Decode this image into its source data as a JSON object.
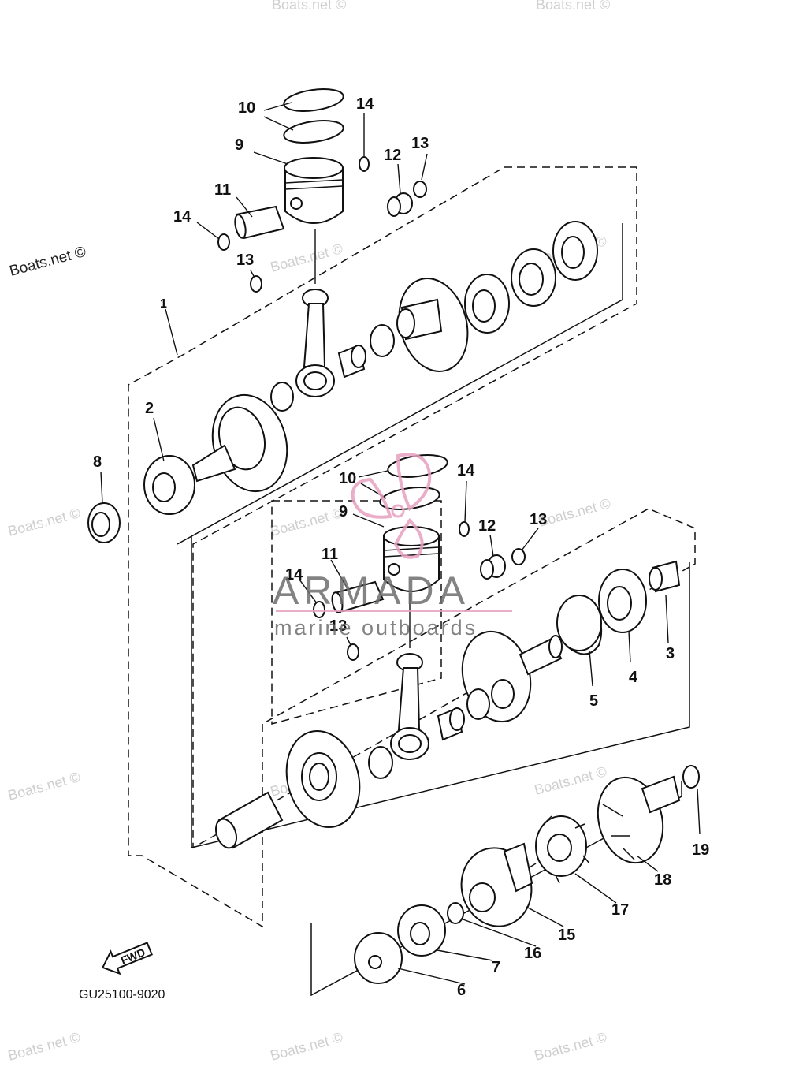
{
  "diagram_code": "GU25100-9020",
  "fwd_label": "FWD",
  "watermarks": {
    "boats_net": "Boats.net ©",
    "brand_name": "ARMADA",
    "brand_tagline": "marine outboards"
  },
  "callouts": {
    "c1": "1",
    "c2": "2",
    "c3": "3",
    "c4": "4",
    "c5": "5",
    "c6": "6",
    "c7": "7",
    "c8": "8",
    "c9a": "9",
    "c9b": "9",
    "c10a": "10",
    "c10b": "10",
    "c11a": "11",
    "c11b": "11",
    "c12a": "12",
    "c12b": "12",
    "c13a": "13",
    "c13b": "13",
    "c13c": "13",
    "c13d": "13",
    "c14a": "14",
    "c14b": "14",
    "c14c": "14",
    "c14d": "14",
    "c15": "15",
    "c16": "16",
    "c17": "17",
    "c18": "18",
    "c19": "19"
  },
  "colors": {
    "line": "#111111",
    "watermark": "#cfcfcf",
    "brand_pink": "#e8a0c0",
    "brand_gray": "#6e6e6e"
  }
}
